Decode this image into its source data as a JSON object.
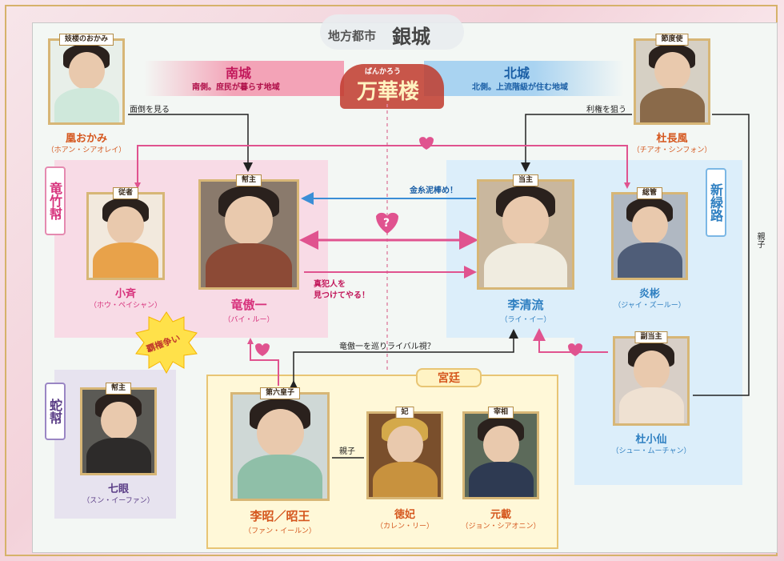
{
  "header": {
    "city_title": "地方都市",
    "city_name": "銀城",
    "building_name": "万華楼",
    "building_reading": "ばんかろう",
    "south_title": "南城",
    "south_desc": "南側。庶民が暮らす地域",
    "north_title": "北城",
    "north_desc": "北側。上流階級が住む地域"
  },
  "groups": {
    "ryuchikuho": "竜竹幇",
    "shinryokuro": "新緑路",
    "dahou": "蛇幇",
    "kyutei": "宮廷"
  },
  "characters": {
    "okami": {
      "role": "妓楼のおかみ",
      "name": "凰おかみ",
      "reading": "（ホアン・シアオレイ）"
    },
    "setsudoshi": {
      "role": "節度使",
      "name": "杜長風",
      "reading": "（チアオ・シンフォン）"
    },
    "juusha": {
      "role": "従者",
      "name": "小斉",
      "reading": "（ホウ・ペイシャン）"
    },
    "ryugoichi": {
      "role": "幇主",
      "name": "竜傲一",
      "reading": "（バイ・ルー）"
    },
    "risei": {
      "role": "当主",
      "name": "李清流",
      "reading": "（ライ・イー）"
    },
    "soukan": {
      "role": "総管",
      "name": "炎彬",
      "reading": "（ジャイ・ズールー）"
    },
    "toshousen": {
      "role": "副当主",
      "name": "杜小仙",
      "reading": "（シュー・ムーチャン）"
    },
    "shichigan": {
      "role": "幇主",
      "name": "七眼",
      "reading": "（スン・イーファン）"
    },
    "prince": {
      "role": "第六皇子",
      "name": "李昭／昭王",
      "reading": "（ファン・イールン）"
    },
    "tokuhi": {
      "role": "妃",
      "name": "徳妃",
      "reading": "（カレン・リー）"
    },
    "saisho": {
      "role": "宰相",
      "name": "元載",
      "reading": "（ジョン・シアオニン）"
    }
  },
  "relations": {
    "mendou": "面倒を見る",
    "riken": "利権を狙う",
    "kinshi": "金糸泥棒め！",
    "hanninn_1": "真犯人を",
    "hanninn_2": "見つけてやる！",
    "rival": "竜傲一を巡りライバル視？",
    "oyako": "親子",
    "oyako_right": "親子",
    "hakenarasoi": "覇権争い",
    "question": "?"
  },
  "colors": {
    "pink": "#e0538f",
    "blue": "#3b8ed6",
    "gold": "#d7b676",
    "orange": "#d5571e"
  }
}
